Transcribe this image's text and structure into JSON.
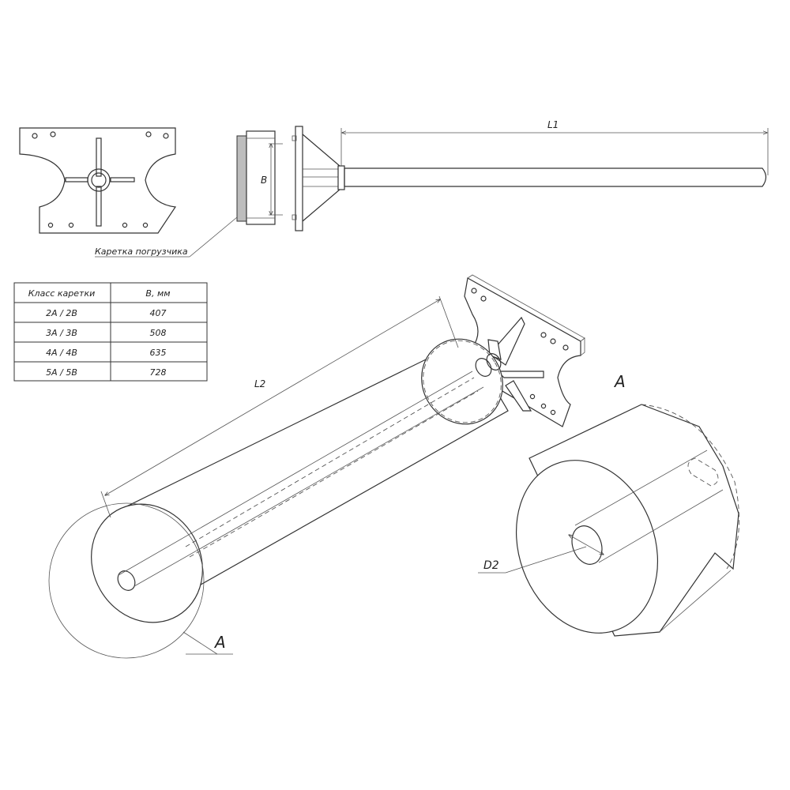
{
  "labels": {
    "L1": "L1",
    "L2": "L2",
    "B": "B",
    "D2": "D2",
    "detail_a1": "A",
    "detail_a2": "A",
    "carriage": "Каретка погрузчика"
  },
  "table": {
    "headers": [
      "Класс каретки",
      "В, мм"
    ],
    "rows": [
      [
        "2A / 2B",
        "407"
      ],
      [
        "3A / 3B",
        "508"
      ],
      [
        "4A / 4B",
        "635"
      ],
      [
        "5A / 5B",
        "728"
      ]
    ]
  }
}
